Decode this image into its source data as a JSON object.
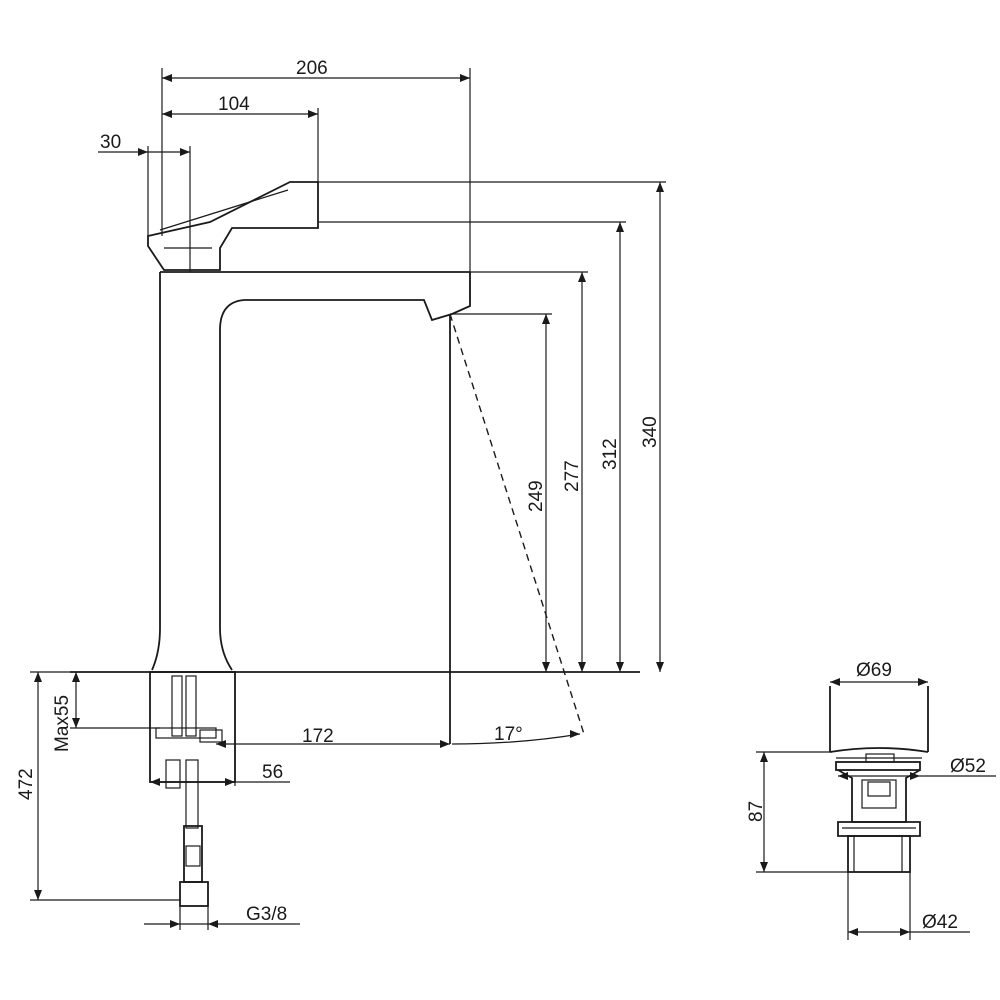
{
  "faucet": {
    "dims": {
      "overall_reach": "206",
      "lever_length": "104",
      "lever_offset": "30",
      "height_340": "340",
      "height_312": "312",
      "height_277": "277",
      "height_249": "249",
      "spout_projection": "172",
      "swivel_angle": "17°",
      "body_width": "56",
      "max_deck": "Max55",
      "hose_length": "472",
      "thread": "G3/8"
    }
  },
  "waste": {
    "dims": {
      "cap_diameter": "Ø69",
      "flange_diameter": "Ø52",
      "height": "87",
      "tail_diameter": "Ø42"
    }
  }
}
